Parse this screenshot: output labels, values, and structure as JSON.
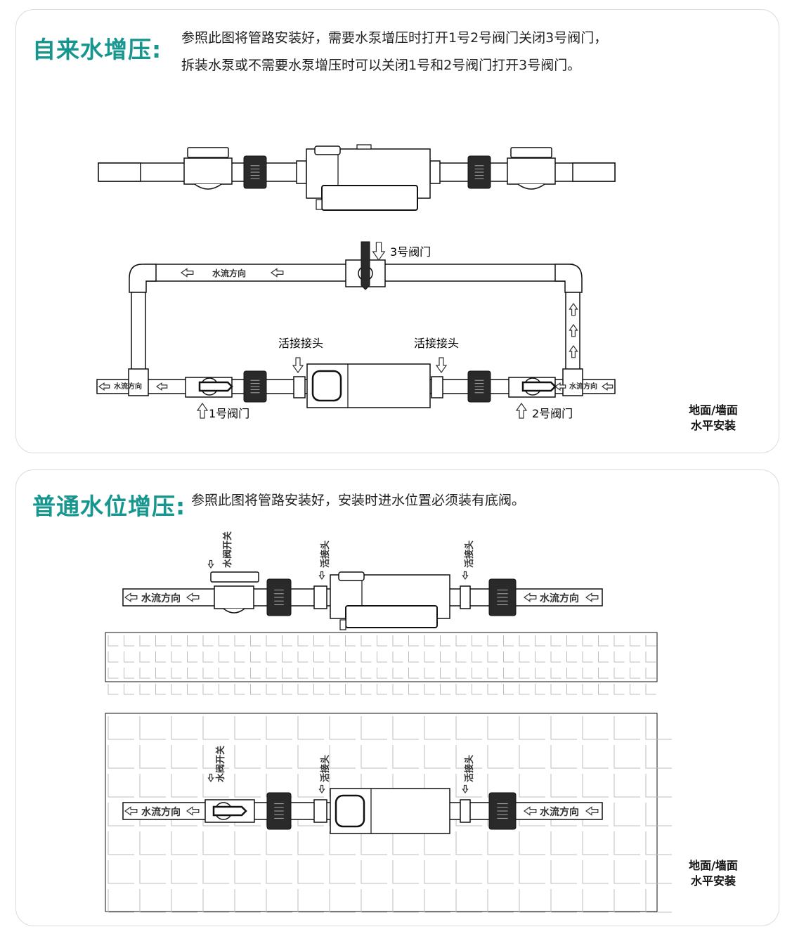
{
  "section1": {
    "title": "自来水增压:",
    "desc_line1": "参照此图将管路安装好，需要水泵增压时打开1号2号阀门关闭3号阀门，",
    "desc_line2": "拆装水泵或不需要水泵增压时可以关闭1号和2号阀门打开3号阀门。",
    "labels": {
      "valve3": "3号阀门",
      "valve1": "1号阀门",
      "valve2": "2号阀门",
      "union_left": "活接接头",
      "union_right": "活接接头",
      "flow_top": "水流方向",
      "flow_left": "水流方向",
      "flow_right": "水流方向"
    },
    "note_line1": "地面/墙面",
    "note_line2": "水平安装"
  },
  "section2": {
    "title": "普通水位增压:",
    "desc": "参照此图将管路安装好，安装时进水位置必须装有底阀。",
    "diagram_a": {
      "valve_label": "水阀开关",
      "union_left": "活接头",
      "union_right": "活接头",
      "flow_left": "水流方向",
      "flow_right": "水流方向"
    },
    "diagram_b": {
      "valve_label": "水阀开关",
      "union_left": "活接头",
      "union_right": "活接头",
      "flow_left": "水流方向",
      "flow_right": "水流方向"
    },
    "note_line1": "地面/墙面",
    "note_line2": "水平安装"
  },
  "colors": {
    "accent": "#16968f",
    "line": "#111111",
    "union": "#2a2a2a",
    "tile": "#bdbdbd"
  }
}
